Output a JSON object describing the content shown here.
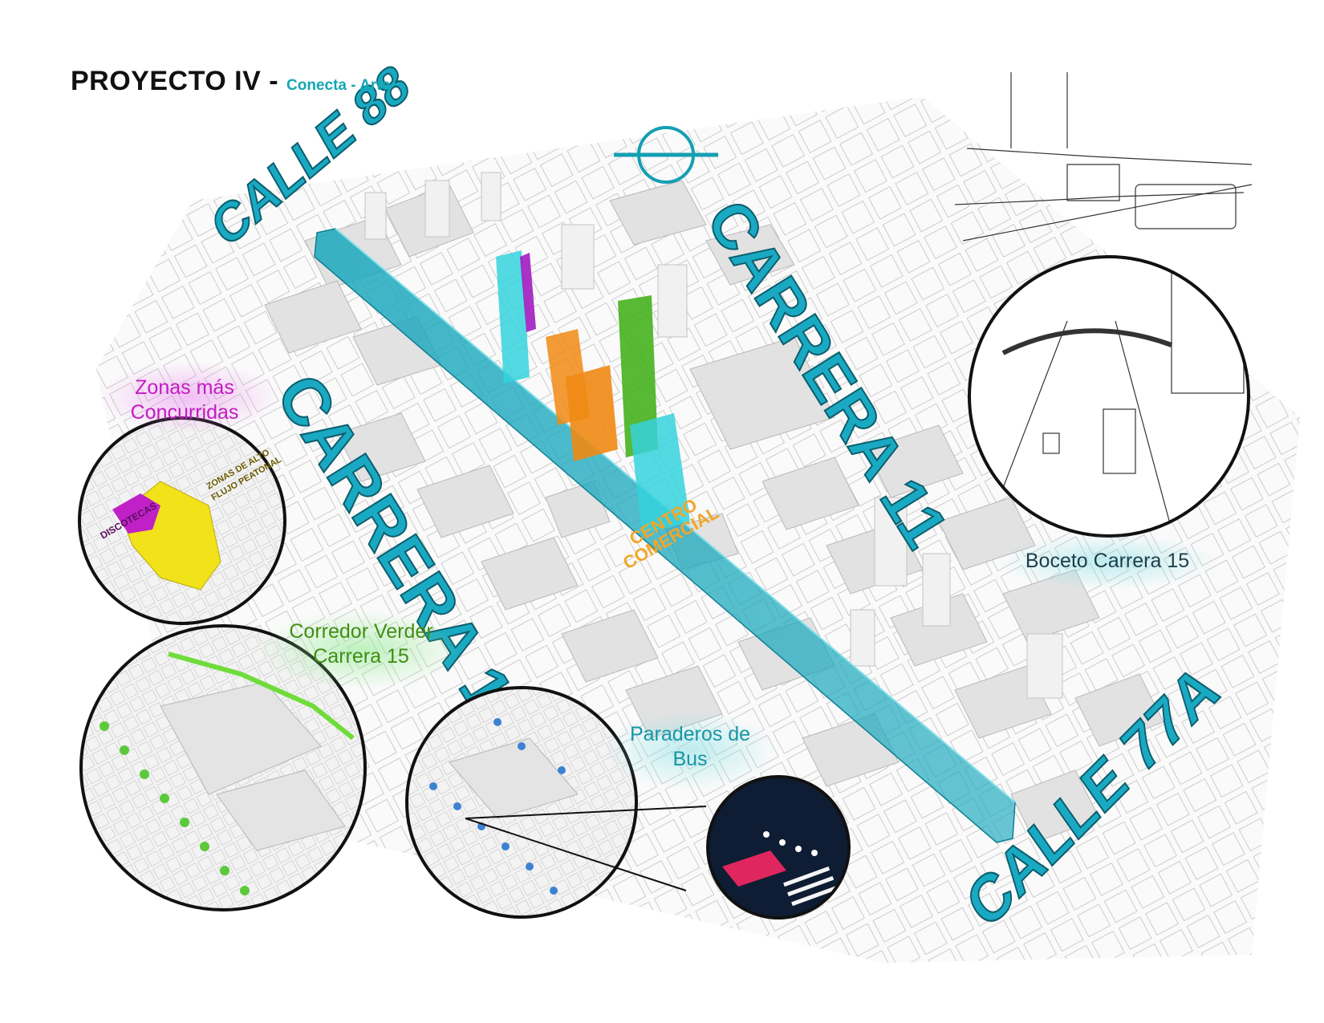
{
  "header": {
    "title": "PROYECTO IV -",
    "subtitle": "Conecta - Arte"
  },
  "streets": {
    "calle_88": "CALLE 88",
    "carrera_11": "CARRERA 11",
    "carrera_15": "CARRERA 15",
    "calle_77a": "CALLE 77A"
  },
  "landmark": {
    "line1": "CENTRO",
    "line2": "COMERCIAL"
  },
  "labels": {
    "zonas": [
      "Zonas más",
      "Concurridas"
    ],
    "corredor": [
      "Corredor Verder",
      "Carrera 15"
    ],
    "paraderos": [
      "Paraderos de",
      "Bus"
    ],
    "boceto": "Boceto Carrera 15"
  },
  "inset_zonas": {
    "discotecas": "DISCOTECAS",
    "flujo": [
      "ZONAS DE ALTO",
      "FLUJO PEATONAL"
    ]
  },
  "colors": {
    "corridor": "#2fb3c6",
    "accent_cyan": "#35d2dc",
    "accent_green": "#46b11e",
    "accent_orange": "#f08a14",
    "accent_magenta": "#a21cc0",
    "inset_yellow": "#f1e21a",
    "inset_magenta": "#c021c6",
    "bus_stop_icon": "#3b82d4",
    "title_teal": "#14a7b3"
  },
  "icons": [
    "metro-logo-icon",
    "bus-stop-icon",
    "pedestrian-icon",
    "tree-icon"
  ]
}
